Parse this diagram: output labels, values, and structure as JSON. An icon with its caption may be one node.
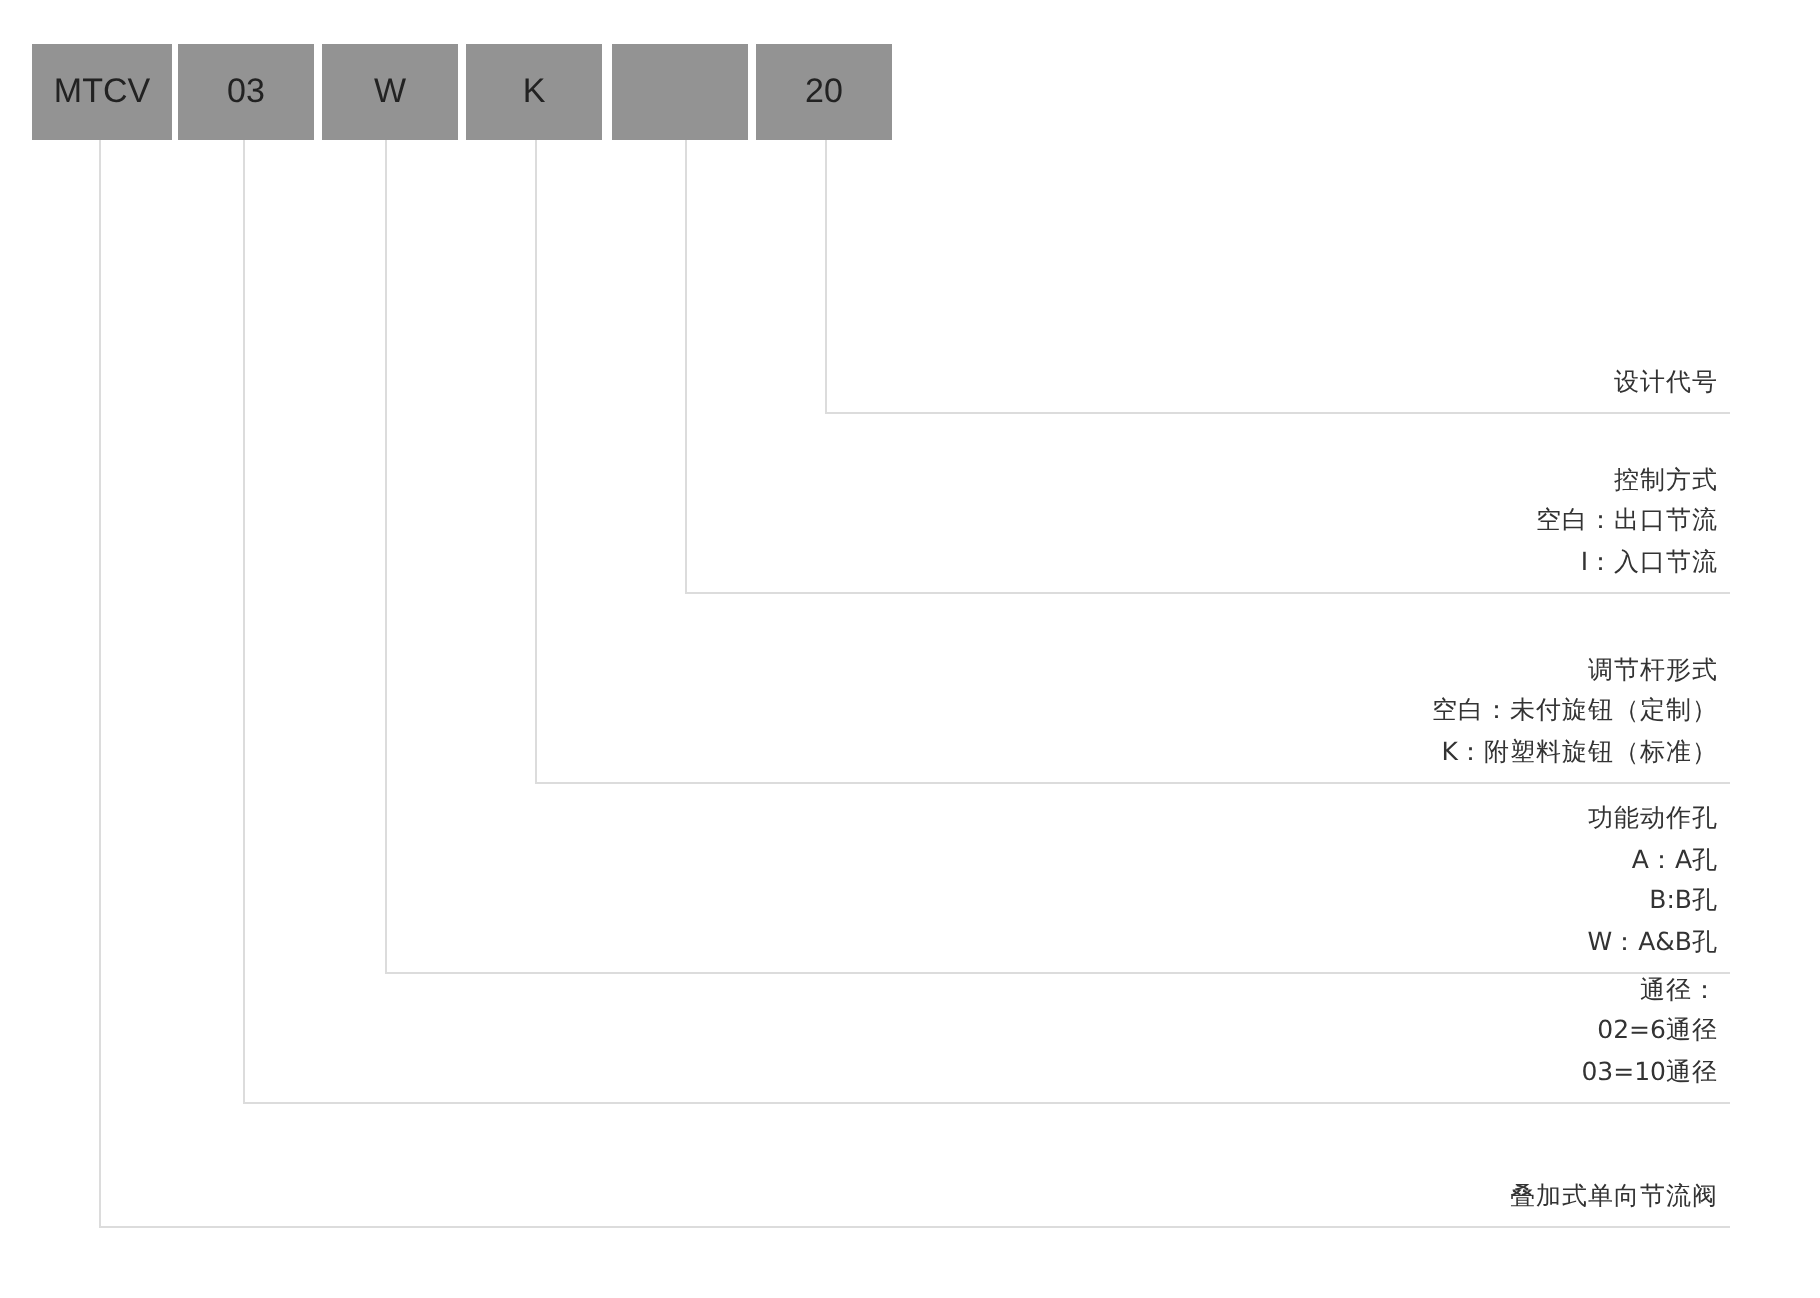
{
  "diagram": {
    "nodes": [
      {
        "text": [
          "MTCV"
        ]
      },
      {
        "text": [
          "03"
        ]
      },
      {
        "text": [
          "W"
        ]
      },
      {
        "text": [
          "K"
        ]
      },
      {
        "text": [],
        "shape": "box"
      },
      {
        "text": [
          "20"
        ]
      },
      {
        "text": [
          "设计代号"
        ]
      },
      {
        "text": [
          "控制方式",
          "空白：出口节流",
          "I：入口节流"
        ]
      },
      {
        "text": [
          "调节杆形式",
          "空白：未付旋钮（定制）",
          "K：附塑料旋钮（标准）"
        ]
      },
      {
        "text": [
          "功能动作孔",
          "A：A孔",
          "B:B孔",
          "W：A&B孔"
        ]
      },
      {
        "text": [
          "通径：",
          "02=6通径",
          "03=10通径"
        ]
      },
      {
        "text": [
          "叠加式单向节流阀"
        ]
      }
    ],
    "edges": [
      {
        "from": 5,
        "to": 6,
        "arrow": "none"
      },
      {
        "from": 4,
        "to": 7,
        "arrow": "none"
      },
      {
        "from": 3,
        "to": 8,
        "arrow": "none"
      },
      {
        "from": 2,
        "to": 9,
        "arrow": "none"
      },
      {
        "from": 1,
        "to": 10,
        "arrow": "none"
      },
      {
        "from": 0,
        "to": 11,
        "arrow": "none"
      }
    ]
  }
}
